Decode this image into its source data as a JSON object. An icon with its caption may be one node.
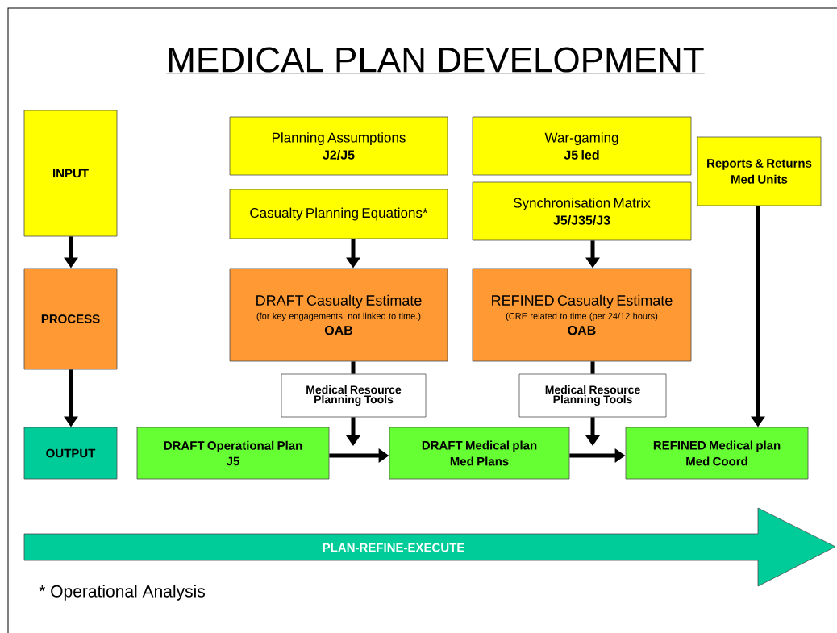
{
  "diagram": {
    "title": "MEDICAL PLAN DEVELOPMENT",
    "nodes": [
      {
        "text": [
          "INPUT"
        ]
      },
      {
        "text": [
          "PROCESS"
        ]
      },
      {
        "text": [
          "OUTPUT"
        ]
      },
      {
        "text": [
          "Planning Assumptions",
          "J2/J5"
        ]
      },
      {
        "text": [
          "Casualty Planning Equations*"
        ]
      },
      {
        "text": [
          "DRAFT Casualty Estimate",
          "(for key engagements, not linked to time.)",
          "OAB"
        ]
      },
      {
        "text": [
          "War-gaming",
          "J5 led"
        ]
      },
      {
        "text": [
          "Synchronisation Matrix",
          "J5/J35/J3"
        ]
      },
      {
        "text": [
          "Reports & Returns",
          "Med Units"
        ]
      },
      {
        "text": [
          "REFINED Casualty Estimate",
          "(CRE related to time (per 24/12 hours)",
          "OAB"
        ]
      },
      {
        "text": [
          "Medical Resource Planning Tools"
        ]
      },
      {
        "text": [
          "Medical Resource Planning Tools"
        ]
      },
      {
        "text": [
          "DRAFT Operational Plan",
          "J5"
        ]
      },
      {
        "text": [
          "DRAFT Medical plan",
          "Med Plans"
        ]
      },
      {
        "text": [
          "REFINED Medical plan",
          "Med Coord"
        ]
      },
      {
        "text": [
          "PLAN-REFINE-EXECUTE"
        ]
      }
    ],
    "edges": [
      {
        "from": 0,
        "to": 1,
        "arrow": "to"
      },
      {
        "from": 1,
        "to": 2,
        "arrow": "to"
      },
      {
        "from": 4,
        "to": 5,
        "arrow": "to"
      },
      {
        "from": 5,
        "to": 10,
        "arrow": "none"
      },
      {
        "from": 10,
        "to": null,
        "arrow": "to"
      },
      {
        "from": 7,
        "to": 9,
        "arrow": "to"
      },
      {
        "from": 9,
        "to": 11,
        "arrow": "none"
      },
      {
        "from": 11,
        "to": null,
        "arrow": "to"
      },
      {
        "from": 8,
        "to": 14,
        "arrow": "to"
      },
      {
        "from": 12,
        "to": 13,
        "arrow": "to"
      },
      {
        "from": 13,
        "to": 14,
        "arrow": "to"
      }
    ],
    "labels": [
      "* Operational Analysis"
    ]
  }
}
